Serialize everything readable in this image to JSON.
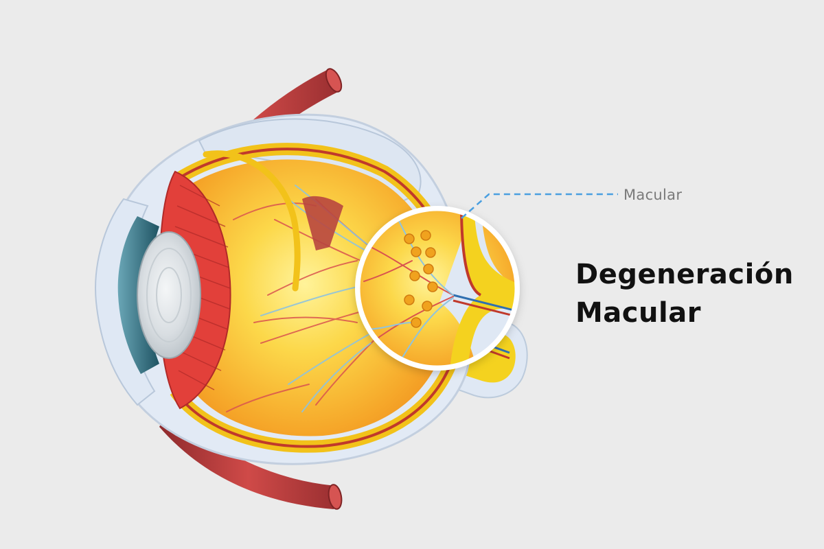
{
  "diagram": {
    "callout_label": "Macular",
    "headline_line1": "Degeneración",
    "headline_line2": "Macular"
  },
  "colors": {
    "background": "#ebebeb",
    "sclera": "#dfe8f4",
    "muscle": "#c23a3d",
    "retina_inner": "#fde56a",
    "retina_outer": "#f39a12",
    "nerve_yellow": "#f4d21f",
    "callout_line": "#4a9fe0",
    "macula_spots": "#f0a21e",
    "label_gray": "#7a7a7a",
    "headline_text": "#111111"
  }
}
